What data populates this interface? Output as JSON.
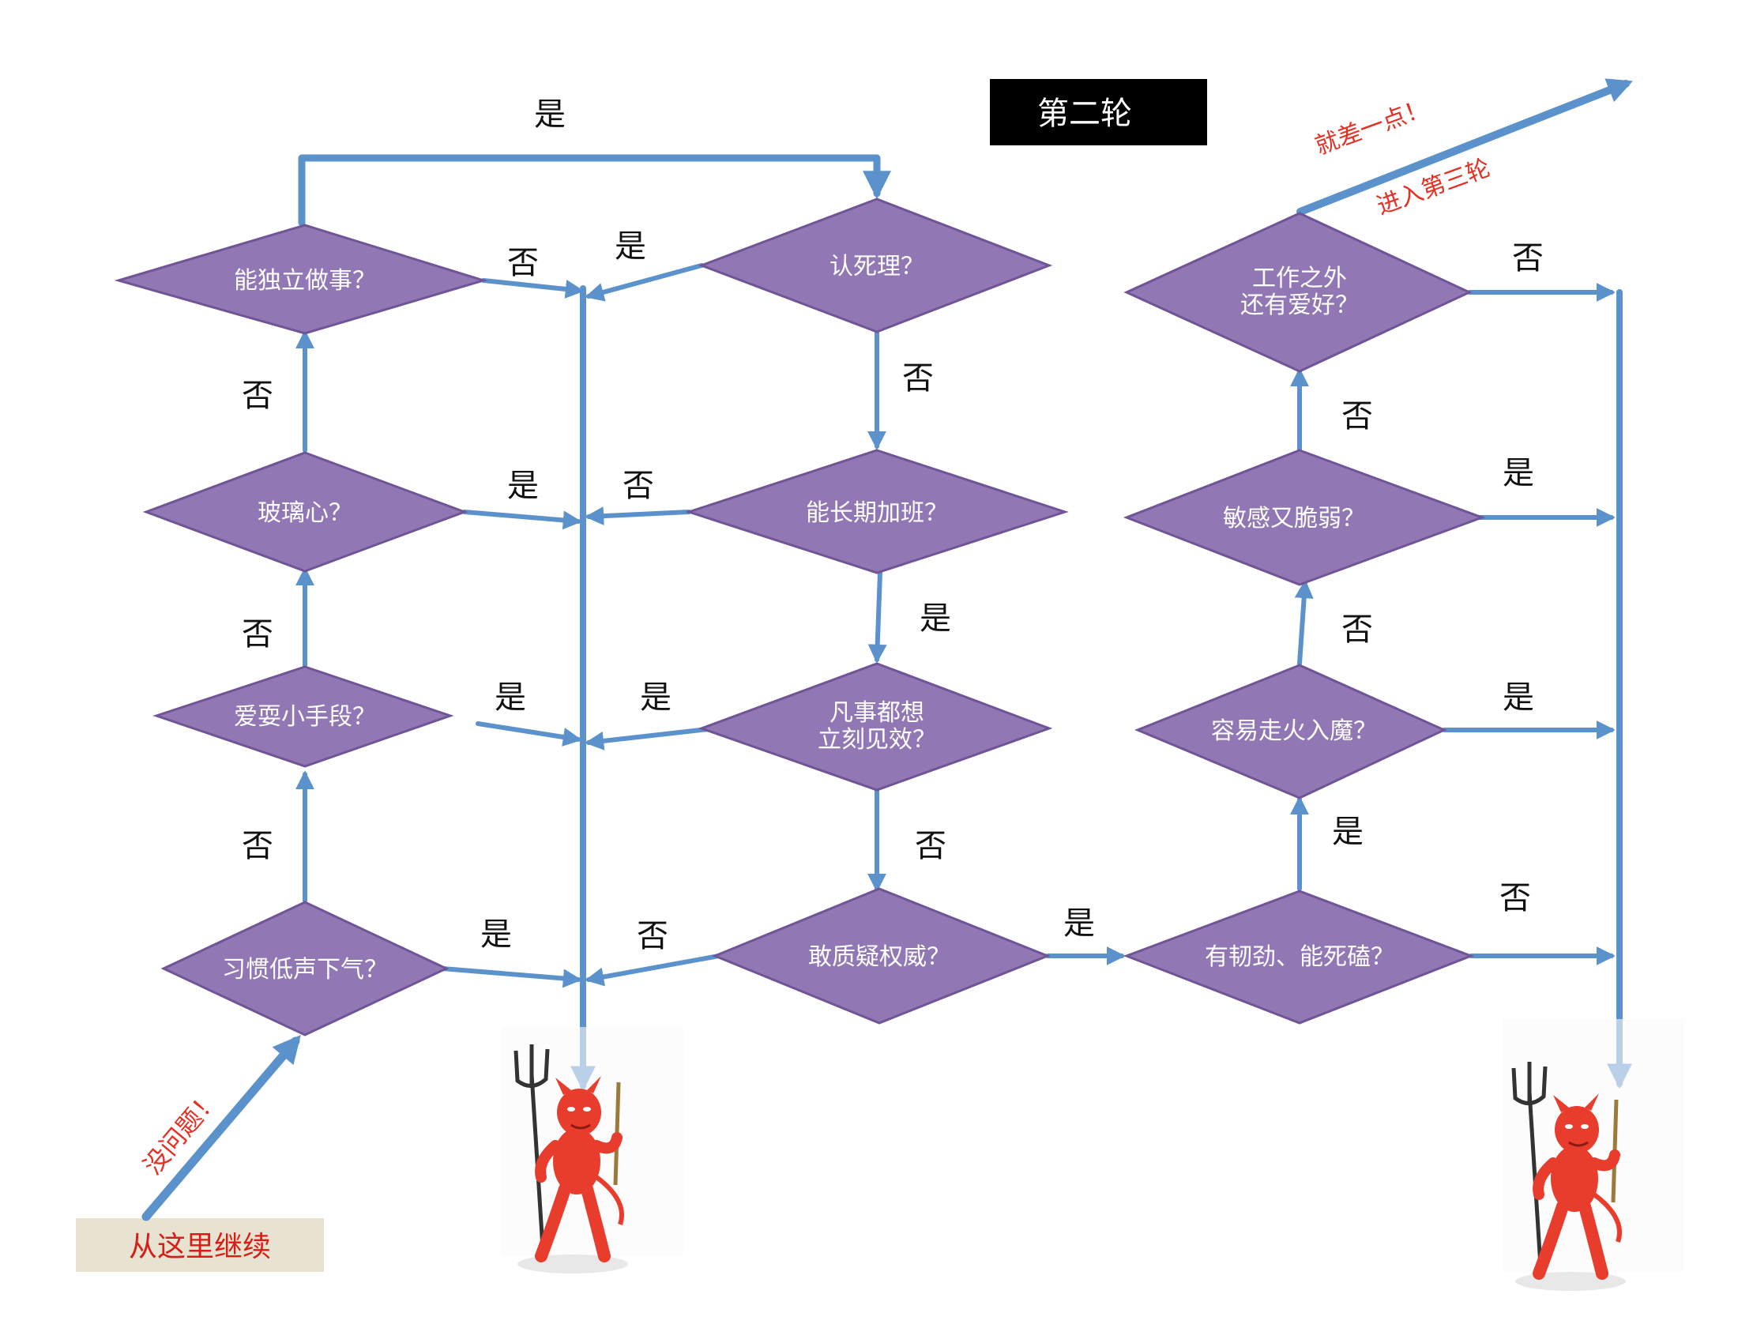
{
  "round_title": "第二轮",
  "start_label": "从这里继续",
  "annotations": {
    "no_problem": "没问题！",
    "almost_there": "就差一点！",
    "enter_round_three": "进入第三轮"
  },
  "nodes": {
    "habit_low_voice": [
      "习惯低声下气？"
    ],
    "petty_tricks": [
      "爱耍小手段？"
    ],
    "glass_heart": [
      "玻璃心？"
    ],
    "independent": [
      "能独立做事？"
    ],
    "stubborn": [
      "认死理？"
    ],
    "long_overtime": [
      "能长期加班？"
    ],
    "instant_results": [
      "凡事都想",
      "立刻见效？"
    ],
    "question_authority": [
      "敢质疑权威？"
    ],
    "tenacious": [
      "有韧劲、能死磕？"
    ],
    "obsessed": [
      "容易走火入魔？"
    ],
    "sensitive_fragile": [
      "敏感又脆弱？"
    ],
    "hobbies": [
      "工作之外",
      "还有爱好？"
    ]
  },
  "labels": {
    "yes": "是",
    "no": "否"
  },
  "colors": {
    "diamond_fill": "#9178b4",
    "diamond_stroke": "#6f5595",
    "arrow": "#5b92cc",
    "devil": "#e83c2d",
    "start_bg": "#e8e3d1",
    "title_bg": "#000000"
  },
  "icons": [
    "devil-with-trident-icon",
    "devil-with-trident-icon"
  ]
}
